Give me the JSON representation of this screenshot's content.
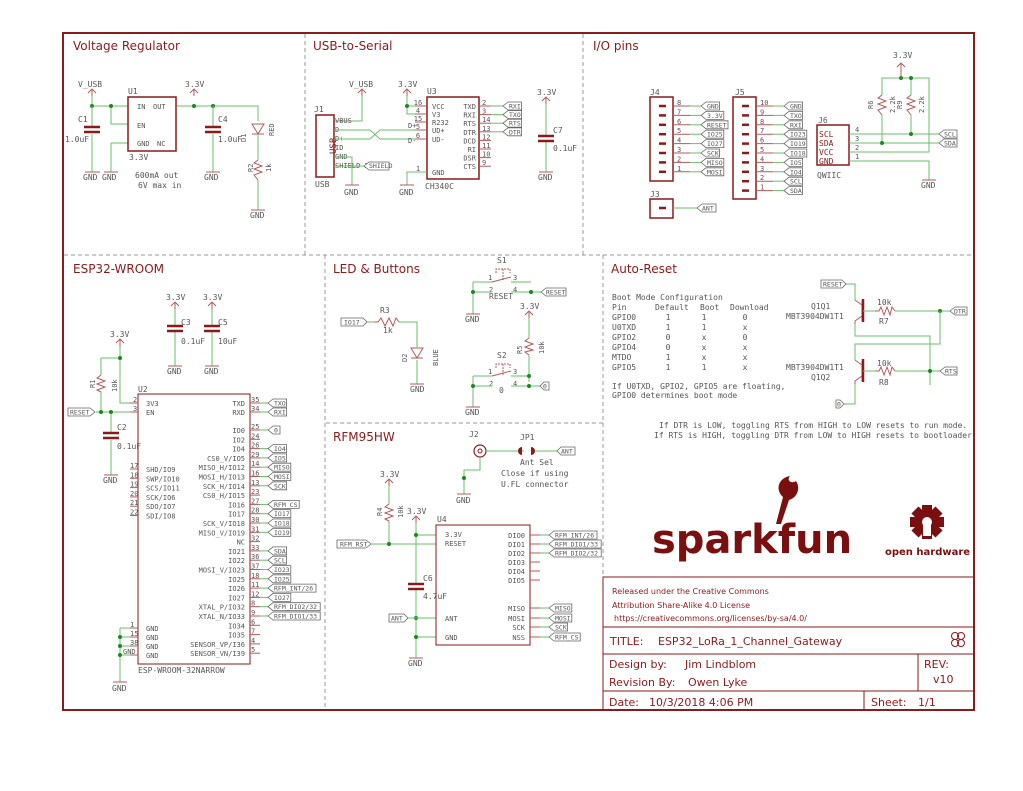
{
  "sections": {
    "voltage_regulator": "Voltage Regulator",
    "usb_to_serial": "USB-to-Serial",
    "io_pins": "I/O pins",
    "esp32": "ESP32-WROOM",
    "led_buttons": "LED & Buttons",
    "rfm": "RFM95HW",
    "auto_reset": "Auto-Reset"
  },
  "vreg": {
    "vusb": "V_USB",
    "v33": "3.3V",
    "u1": "U1",
    "in": "IN",
    "out": "OUT",
    "en": "EN",
    "gnd": "GND",
    "nc": "NC",
    "u1_val": "3.3V",
    "c1": "C1",
    "c1_val": "1.0uF",
    "c4": "C4",
    "c4_val": "1.0uF",
    "d1": "D1",
    "d1_val": "RED",
    "r2": "R2",
    "r2_val": "1k",
    "note1": "600mA out",
    "note2": "6V max in",
    "gnd_label": "GND"
  },
  "usb": {
    "vusb": "V_USB",
    "v33": "3.3V",
    "j1": "J1",
    "j1_val": "USB",
    "usb_text": "USB",
    "pins": [
      "VBUS",
      "D-",
      "D+",
      "ID",
      "GND",
      "SHIELD"
    ],
    "shield_num": "10",
    "shield_tag": "SHIELD",
    "u3": "U3",
    "u3_val": "CH340C",
    "left": [
      [
        "16",
        "VCC"
      ],
      [
        "4",
        "V3"
      ],
      [
        "15",
        "R232"
      ],
      [
        "5",
        "UD+"
      ],
      [
        "6",
        "UD-"
      ],
      [
        "1",
        "GND"
      ]
    ],
    "right": [
      [
        "2",
        "TXD"
      ],
      [
        "3",
        "RXI"
      ],
      [
        "14",
        "RTS"
      ],
      [
        "13",
        "DTR"
      ],
      [
        "12",
        "DCD"
      ],
      [
        "11",
        "RI"
      ],
      [
        "10",
        "DSR"
      ],
      [
        "9",
        "CTS"
      ]
    ],
    "tags": [
      "RXI",
      "TXO",
      "RTS",
      "DTR"
    ],
    "dplus": "D+",
    "dminus": "D-",
    "c7": "C7",
    "c7_val": "0.1uF",
    "gnd": "GND"
  },
  "io": {
    "j4": "J4",
    "j4_pins": [
      [
        "8",
        "GND"
      ],
      [
        "7",
        "3.3V"
      ],
      [
        "6",
        "RESET"
      ],
      [
        "5",
        "IO25"
      ],
      [
        "4",
        "IO27"
      ],
      [
        "3",
        "SCK"
      ],
      [
        "2",
        "MISO"
      ],
      [
        "1",
        "MOSI"
      ]
    ],
    "j5": "J5",
    "j5_pins": [
      [
        "10",
        "GND"
      ],
      [
        "9",
        "TXO"
      ],
      [
        "8",
        "RXI"
      ],
      [
        "7",
        "IO23"
      ],
      [
        "6",
        "IO19"
      ],
      [
        "5",
        "IO18"
      ],
      [
        "4",
        "IO5"
      ],
      [
        "3",
        "IO4"
      ],
      [
        "2",
        "SCL"
      ],
      [
        "1",
        "SDA"
      ]
    ],
    "j3": "J3",
    "j3_tag": "ANT",
    "j6": "J6",
    "j6_val": "QWIIC",
    "j6_pins": [
      [
        "4",
        "SCL"
      ],
      [
        "3",
        "SDA"
      ],
      [
        "2",
        "VCC"
      ],
      [
        "1",
        "GND"
      ]
    ],
    "r6": "R6",
    "r6_val": "2.2k",
    "r9": "R9",
    "r9_val": "2.2k",
    "v33": "3.3V",
    "gnd": "GND",
    "scl": "SCL",
    "sda": "SDA"
  },
  "esp": {
    "v33": "3.3V",
    "c3": "C3",
    "c3_val": "0.1uF",
    "c5": "C5",
    "c5_val": "10uF",
    "gnd": "GND",
    "r1": "R1",
    "r1_val": "10k",
    "reset_tag": "RESET",
    "c2": "C2",
    "c2_val": "0.1uF",
    "u2": "U2",
    "u2_val": "ESP-WROOM-32NARROW",
    "left_top": [
      [
        "2",
        "3V3"
      ],
      [
        "3",
        "EN"
      ]
    ],
    "left_mid": [
      [
        "17",
        "SHD/IO9"
      ],
      [
        "18",
        "SWP/IO10"
      ],
      [
        "19",
        "SCS/IO11"
      ],
      [
        "20",
        "SCK/IO6"
      ],
      [
        "21",
        "SDO/IO7"
      ],
      [
        "22",
        "SDI/IO8"
      ]
    ],
    "left_gnd": [
      [
        "1",
        "GND"
      ],
      [
        "15",
        "GND"
      ],
      [
        "38",
        "GND"
      ],
      [
        "GND",
        "GND"
      ]
    ],
    "right": [
      [
        "35",
        "TXD",
        "TXO"
      ],
      [
        "34",
        "RXD",
        "RXI"
      ],
      [
        "",
        "",
        " "
      ],
      [
        "25",
        "IO0",
        "0"
      ],
      [
        "24",
        "IO2",
        ""
      ],
      [
        "26",
        "IO4",
        "IO4"
      ],
      [
        "29",
        "CS0_V/IO5",
        "IO5"
      ],
      [
        "14",
        "MISO_H/IO12",
        "MISO"
      ],
      [
        "16",
        "MOSI_H/IO13",
        "MOSI"
      ],
      [
        "13",
        "SCK_H/IO14",
        "SCK"
      ],
      [
        "23",
        "CS0_H/IO15",
        ""
      ],
      [
        "27",
        "IO16",
        "RFM_CS"
      ],
      [
        "28",
        "IO17",
        "IO17"
      ],
      [
        "30",
        "SCK_V/IO18",
        "IO18"
      ],
      [
        "31",
        "MISO_V/IO19",
        "IO19"
      ],
      [
        "32",
        "NC",
        ""
      ],
      [
        "33",
        "IO21",
        "SDA"
      ],
      [
        "36",
        "IO22",
        "SCL"
      ],
      [
        "37",
        "MOSI_V/IO23",
        "IO23"
      ],
      [
        "18",
        "IO25",
        "IO25"
      ],
      [
        "11",
        "IO26",
        "RFM_INT/26"
      ],
      [
        "12",
        "IO27",
        "IO27"
      ],
      [
        "8",
        "XTAL_P/IO32",
        "RFM_DIO2/32"
      ],
      [
        "9",
        "XTAL_N/IO33",
        "RFM_DIO1/33"
      ],
      [
        "6",
        "IO34",
        ""
      ],
      [
        "7",
        "IO35",
        ""
      ],
      [
        "4",
        "SENSOR_VP/I36",
        ""
      ],
      [
        "5",
        "SENSOR_VN/I39",
        ""
      ]
    ]
  },
  "led": {
    "s1": "S1",
    "s1_val": "RESET",
    "reset_tag": "RESET",
    "gnd": "GND",
    "v33": "3.3V",
    "r3": "R3",
    "r3_val": "1k",
    "io17_tag": "IO17",
    "d2": "D2",
    "d2_val": "BLUE",
    "r5": "R5",
    "r5_val": "10k",
    "s2": "S2",
    "s2_val": "0",
    "zero_tag": "0",
    "pin1": "1",
    "pin2": "2",
    "pin3": "3",
    "pin4": "4"
  },
  "rfm": {
    "j2": "J2",
    "jp1": "JP1",
    "ant_sel": "Ant Sel",
    "note1": "Close if using",
    "note2": "U.FL  connector",
    "ant_tag": "ANT",
    "v33": "3.3V",
    "r4": "R4",
    "r4_val": "10k",
    "rst_tag": "RFM_RST",
    "c6": "C6",
    "c6_val": "4.7uF",
    "gnd": "GND",
    "u4": "U4",
    "left": [
      "3.3V",
      "RESET",
      "ANT",
      "GND"
    ],
    "right": [
      [
        "DIO0",
        "RFM_INT/26"
      ],
      [
        "DIO1",
        "RFM_DIO1/33"
      ],
      [
        "DIO2",
        "RFM_DIO2/32"
      ],
      [
        "DIO3",
        ""
      ],
      [
        "DIO4",
        ""
      ],
      [
        "DIO5",
        ""
      ],
      [
        "MISO",
        "MISO"
      ],
      [
        "MOSI",
        "MOSI"
      ],
      [
        "SCK",
        "SCK"
      ],
      [
        "NSS",
        "RFM_CS"
      ]
    ]
  },
  "auto": {
    "boot_title": "Boot Mode Configuration",
    "boot_header": [
      "Pin",
      "Default",
      "Boot",
      "Download"
    ],
    "boot_rows": [
      [
        "GPIO0",
        "1",
        "1",
        "0"
      ],
      [
        "U0TXD",
        "1",
        "1",
        "x"
      ],
      [
        "GPIO2",
        "0",
        "x",
        "0"
      ],
      [
        "GPIO4",
        "0",
        "x",
        "x"
      ],
      [
        "MTDO",
        "1",
        "x",
        "x"
      ],
      [
        "GPIO5",
        "1",
        "1",
        "x"
      ]
    ],
    "boot_note1": "If U0TXD, GPIO2, GPIO5 are floating,",
    "boot_note2": "GPIO0 determines boot mode",
    "reset_tag": "RESET",
    "q1": "Q1Q1",
    "q1_part": "MBT3904DW1T1",
    "q2": "Q1Q2",
    "q2_part": "MBT3904DW1T1",
    "r7": "R7",
    "r7_val": "10k",
    "r8": "R8",
    "r8_val": "10k",
    "dtr_tag": "DTR",
    "rts_tag": "RTS",
    "zero_tag": "0",
    "note1": "If DTR is LOW, toggling RTS from HIGH to LOW resets to run mode.",
    "note2": "If RTS is HIGH, toggling DTR from LOW to HIGH resets to bootloader."
  },
  "logos": {
    "sparkfun": "sparkfun",
    "oshw": "open hardware"
  },
  "title_block": {
    "license1": "Released under the Creative Commons",
    "license2": "Attribution Share-Alike 4.0 License",
    "license3": "https://creativecommons.org/licenses/by-sa/4.0/",
    "title_label": "TITLE:",
    "title": "ESP32_LoRa_1_Channel_Gateway",
    "design_label": "Design by:",
    "design": "Jim Lindblom",
    "revision_label": "Revision By:",
    "revision": "Owen Lyke",
    "rev_label": "REV:",
    "rev": "v10",
    "date_label": "Date:",
    "date": "10/3/2018 4:06 PM",
    "sheet_label": "Sheet:",
    "sheet": "1/1"
  }
}
